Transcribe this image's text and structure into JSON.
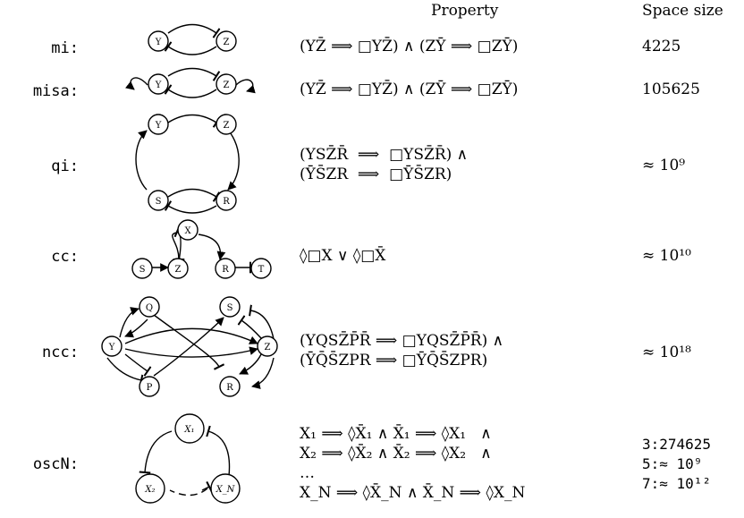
{
  "header": {
    "property": "Property",
    "space_size": "Space size"
  },
  "rows": [
    {
      "name": "mi:",
      "property": [
        "(YZ̄ ⟹ □YZ̄) ∧ (ZȲ ⟹ □ZȲ)"
      ],
      "size": [
        "4225"
      ]
    },
    {
      "name": "misa:",
      "property": [
        "(YZ̄ ⟹ □YZ̄) ∧ (ZȲ ⟹ □ZȲ)"
      ],
      "size": [
        "105625"
      ]
    },
    {
      "name": "qi:",
      "property": [
        "(YSZ̄R̄  ⟹  □YSZ̄R̄) ∧",
        "(ȲS̄ZR  ⟹  □ȲS̄ZR)"
      ],
      "size": [
        "≈ 10⁹"
      ]
    },
    {
      "name": "cc:",
      "property": [
        "◊□X ∨ ◊□X̄"
      ],
      "size": [
        "≈ 10¹⁰"
      ]
    },
    {
      "name": "ncc:",
      "property": [
        "(YQSZ̄P̄R̄ ⟹ □YQSZ̄P̄R̄) ∧",
        "(ȲQ̄S̄ZPR ⟹ □ȲQ̄S̄ZPR)"
      ],
      "size": [
        "≈ 10¹⁸"
      ]
    },
    {
      "name": "oscN:",
      "property": [
        "X₁ ⟹ ◊X̄₁ ∧ X̄₁ ⟹ ◊X₁   ∧",
        "X₂ ⟹ ◊X̄₂ ∧ X̄₂ ⟹ ◊X₂   ∧",
        "…",
        "X_N ⟹ ◊X̄_N ∧ X̄_N ⟹ ◊X_N"
      ],
      "size": [
        "3:274625",
        "5:≈ 10⁹",
        "7:≈ 10¹²"
      ]
    }
  ],
  "nodes": {
    "Y": "Y",
    "Z": "Z",
    "S": "S",
    "R": "R",
    "X": "X",
    "T": "T",
    "Q": "Q",
    "P": "P",
    "X1": "X₁",
    "X2": "X₂",
    "XN": "X_N"
  }
}
